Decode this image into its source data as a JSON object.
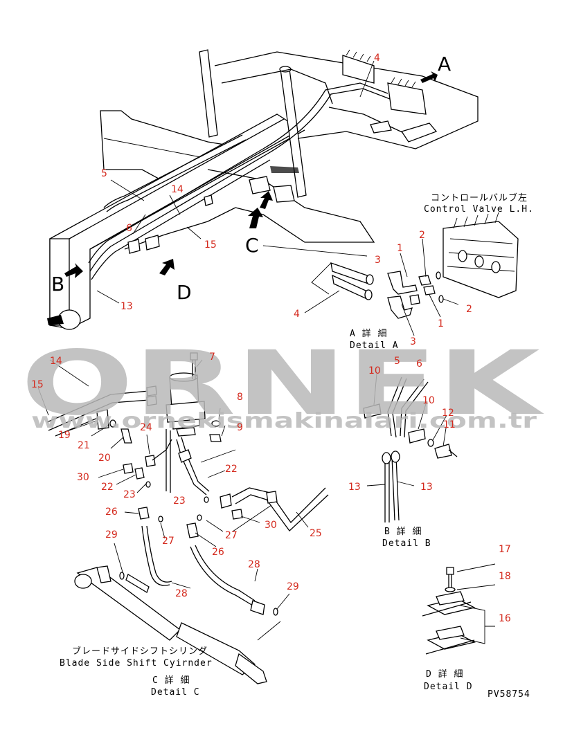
{
  "part_labels": [
    {
      "id": "a4",
      "text": "4"
    },
    {
      "id": "c5",
      "text": "5"
    },
    {
      "id": "c14",
      "text": "14"
    },
    {
      "id": "c6",
      "text": "6"
    },
    {
      "id": "c15",
      "text": "15"
    },
    {
      "id": "c13",
      "text": "13"
    },
    {
      "id": "a3",
      "text": "3"
    },
    {
      "id": "a4b",
      "text": "4"
    },
    {
      "id": "a1",
      "text": "1"
    },
    {
      "id": "a2",
      "text": "2"
    },
    {
      "id": "a2b",
      "text": "2"
    },
    {
      "id": "a1b",
      "text": "1"
    },
    {
      "id": "a3b",
      "text": "3"
    },
    {
      "id": "m7",
      "text": "7"
    },
    {
      "id": "m14",
      "text": "14"
    },
    {
      "id": "m15",
      "text": "15"
    },
    {
      "id": "m8",
      "text": "8"
    },
    {
      "id": "m9",
      "text": "9"
    },
    {
      "id": "m19",
      "text": "19"
    },
    {
      "id": "m21",
      "text": "21"
    },
    {
      "id": "m24",
      "text": "24"
    },
    {
      "id": "m20",
      "text": "20"
    },
    {
      "id": "m30",
      "text": "30"
    },
    {
      "id": "m22",
      "text": "22"
    },
    {
      "id": "m23",
      "text": "23"
    },
    {
      "id": "m22b",
      "text": "22"
    },
    {
      "id": "m23b",
      "text": "23"
    },
    {
      "id": "m26",
      "text": "26"
    },
    {
      "id": "m27",
      "text": "27"
    },
    {
      "id": "m30b",
      "text": "30"
    },
    {
      "id": "m27b",
      "text": "27"
    },
    {
      "id": "m26b",
      "text": "26"
    },
    {
      "id": "m25",
      "text": "25"
    },
    {
      "id": "m29",
      "text": "29"
    },
    {
      "id": "m28",
      "text": "28"
    },
    {
      "id": "m28b",
      "text": "28"
    },
    {
      "id": "m29b",
      "text": "29"
    },
    {
      "id": "b10",
      "text": "10"
    },
    {
      "id": "b5",
      "text": "5"
    },
    {
      "id": "b6",
      "text": "6"
    },
    {
      "id": "b10b",
      "text": "10"
    },
    {
      "id": "b12",
      "text": "12"
    },
    {
      "id": "b11",
      "text": "11"
    },
    {
      "id": "b13",
      "text": "13"
    },
    {
      "id": "b13b",
      "text": "13"
    },
    {
      "id": "d17",
      "text": "17"
    },
    {
      "id": "d18",
      "text": "18"
    },
    {
      "id": "d16",
      "text": "16"
    }
  ],
  "view_letters": {
    "a": "A",
    "b": "B",
    "c": "C",
    "d": "D"
  },
  "captions": {
    "control_valve_jp": "コントロールバルブ左",
    "control_valve_en": "Control Valve L.H.",
    "detail_a_jp": "A 詳 細",
    "detail_a_en": "Detail A",
    "detail_b_jp": "B 詳 細",
    "detail_b_en": "Detail B",
    "detail_c_jp": "C 詳 細",
    "detail_c_en": "Detail C",
    "detail_d_jp": "D 詳 細",
    "detail_d_en": "Detail D",
    "cylinder_jp": "ブレードサイドシフトシリンダ",
    "cylinder_en": "Blade Side Shift Cyirnder",
    "drawing_no": "PV58754"
  },
  "watermark": {
    "brand": "ORNEK",
    "url": "www.ornekismakinalari.com.tr"
  },
  "colors": {
    "label": "#d42a1e",
    "line": "#000000",
    "watermark": "#b9b9b9"
  }
}
